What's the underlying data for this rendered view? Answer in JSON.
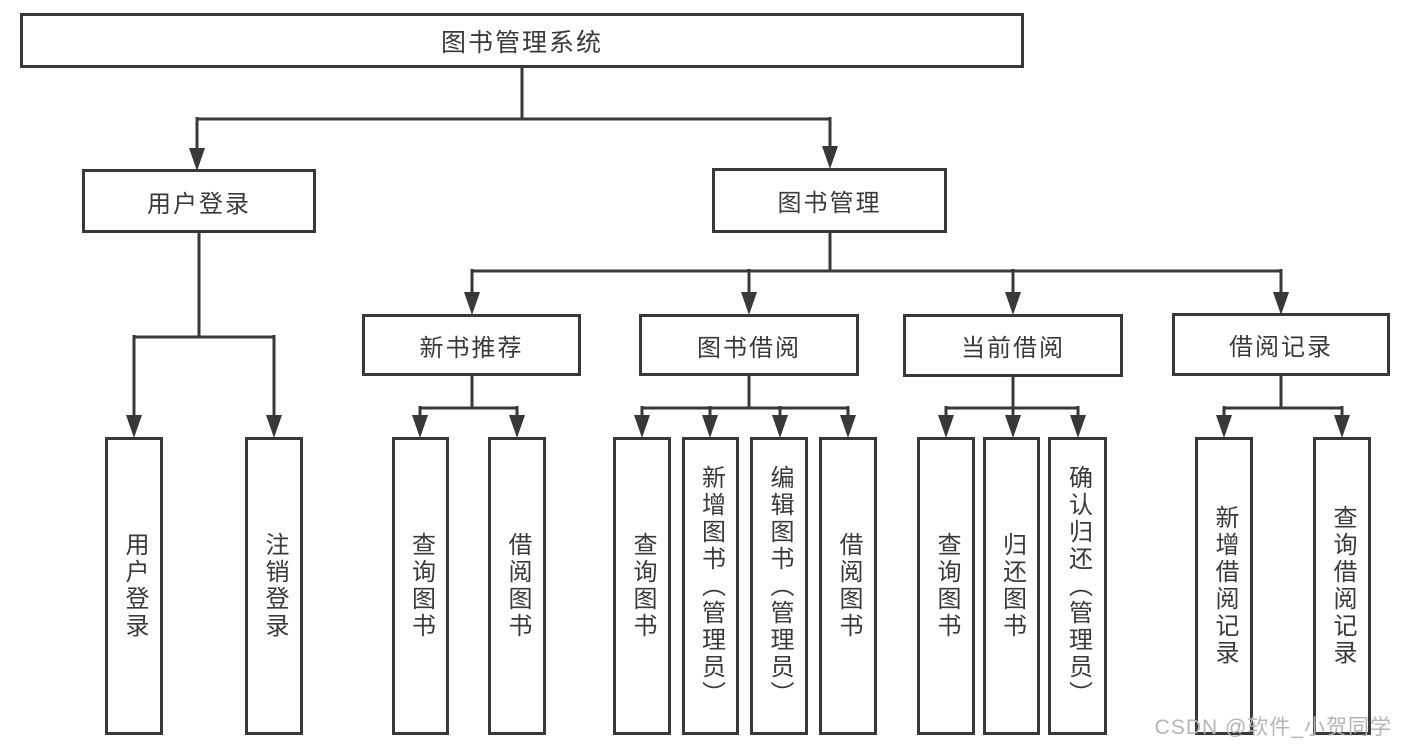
{
  "diagram": {
    "root": {
      "label": "图书管理系统"
    },
    "branches": [
      {
        "label": "用户登录",
        "children": [
          {
            "label": "用户登录"
          },
          {
            "label": "注销登录"
          }
        ]
      },
      {
        "label": "图书管理",
        "children": [
          {
            "label": "新书推荐",
            "children": [
              {
                "label": "查询图书"
              },
              {
                "label": "借阅图书"
              }
            ]
          },
          {
            "label": "图书借阅",
            "children": [
              {
                "label": "查询图书"
              },
              {
                "label": "新增图书（管理员）"
              },
              {
                "label": "编辑图书（管理员）"
              },
              {
                "label": "借阅图书"
              }
            ]
          },
          {
            "label": "当前借阅",
            "children": [
              {
                "label": "查询图书"
              },
              {
                "label": "归还图书"
              },
              {
                "label": "确认归还（管理员）"
              }
            ]
          },
          {
            "label": "借阅记录",
            "children": [
              {
                "label": "新增借阅记录"
              },
              {
                "label": "查询借阅记录"
              }
            ]
          }
        ]
      }
    ]
  },
  "watermark": "CSDN @软件_小贺同学",
  "colors": {
    "line": "#383838",
    "text": "#3a3a3a",
    "watermark": "#b5b5b5",
    "background": "#ffffff"
  }
}
